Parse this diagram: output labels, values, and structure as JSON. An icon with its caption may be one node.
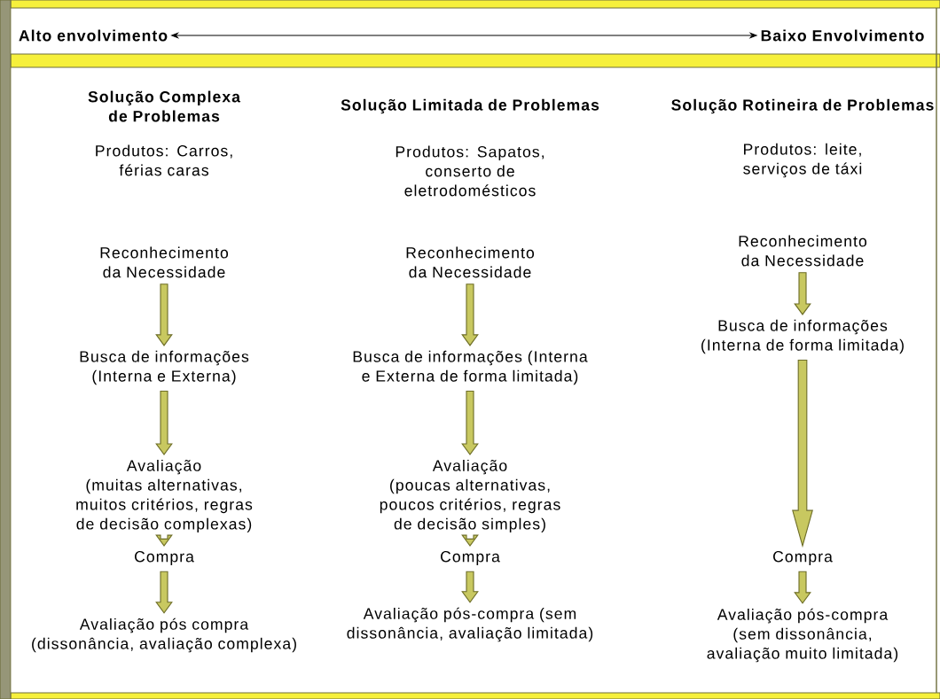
{
  "diagram": {
    "nodes": [
      {
        "text": [
          "Alto envolvimento"
        ]
      },
      {
        "text": [
          "Baixo Envolvimento"
        ]
      },
      {
        "text": [
          "Reconhecimento da Necessidade"
        ]
      },
      {
        "text": [
          "Busca de informações (Interna e Externa)"
        ]
      },
      {
        "text": [
          "Avaliação",
          "(muitas alternativas, muitos critérios, regras de decisão complexas)"
        ]
      },
      {
        "text": [
          "Compra"
        ]
      },
      {
        "text": [
          "Avaliação pós compra (dissonância, avaliação complexa)"
        ]
      },
      {
        "text": [
          "Reconhecimento da Necessidade"
        ]
      },
      {
        "text": [
          "Busca de informações (Interna e Externa de forma limitada)"
        ]
      },
      {
        "text": [
          "Avaliação",
          "(poucas alternativas, poucos critérios, regras de decisão simples)"
        ]
      },
      {
        "text": [
          "Compra"
        ]
      },
      {
        "text": [
          "Avaliação pós-compra (sem dissonância, avaliação limitada)"
        ]
      },
      {
        "text": [
          "Reconhecimento da Necessidade"
        ]
      },
      {
        "text": [
          "Busca de informações (Interna de forma limitada)"
        ]
      },
      {
        "text": [
          "Compra"
        ]
      },
      {
        "text": [
          "Avaliação pós-compra (sem dissonância, avaliação muito limitada)"
        ]
      }
    ],
    "edges": [
      {
        "from": 0,
        "to": 1,
        "arrow": "both",
        "color": "#000000"
      },
      {
        "from": 2,
        "to": 3,
        "arrow": "to"
      },
      {
        "from": 3,
        "to": 4,
        "arrow": "to"
      },
      {
        "from": 4,
        "to": 5,
        "arrow": "to"
      },
      {
        "from": 5,
        "to": 6,
        "arrow": "to"
      },
      {
        "from": 7,
        "to": 8,
        "arrow": "to"
      },
      {
        "from": 8,
        "to": 9,
        "arrow": "to"
      },
      {
        "from": 9,
        "to": 10,
        "arrow": "to"
      },
      {
        "from": 10,
        "to": 11,
        "arrow": "to"
      },
      {
        "from": 12,
        "to": 13,
        "arrow": "to"
      },
      {
        "from": 13,
        "to": 14,
        "arrow": "to"
      },
      {
        "from": 14,
        "to": 15,
        "arrow": "to"
      }
    ],
    "labels": [
      "Solução Complexa de Problemas",
      "Solução Limitada de Problemas",
      "Solução Rotineira de Problemas",
      "Produtos: Carros, férias caras",
      "Produtos: Sapatos, conserto de eletrodomésticos",
      "Produtos: leite, serviços de táxi"
    ]
  }
}
